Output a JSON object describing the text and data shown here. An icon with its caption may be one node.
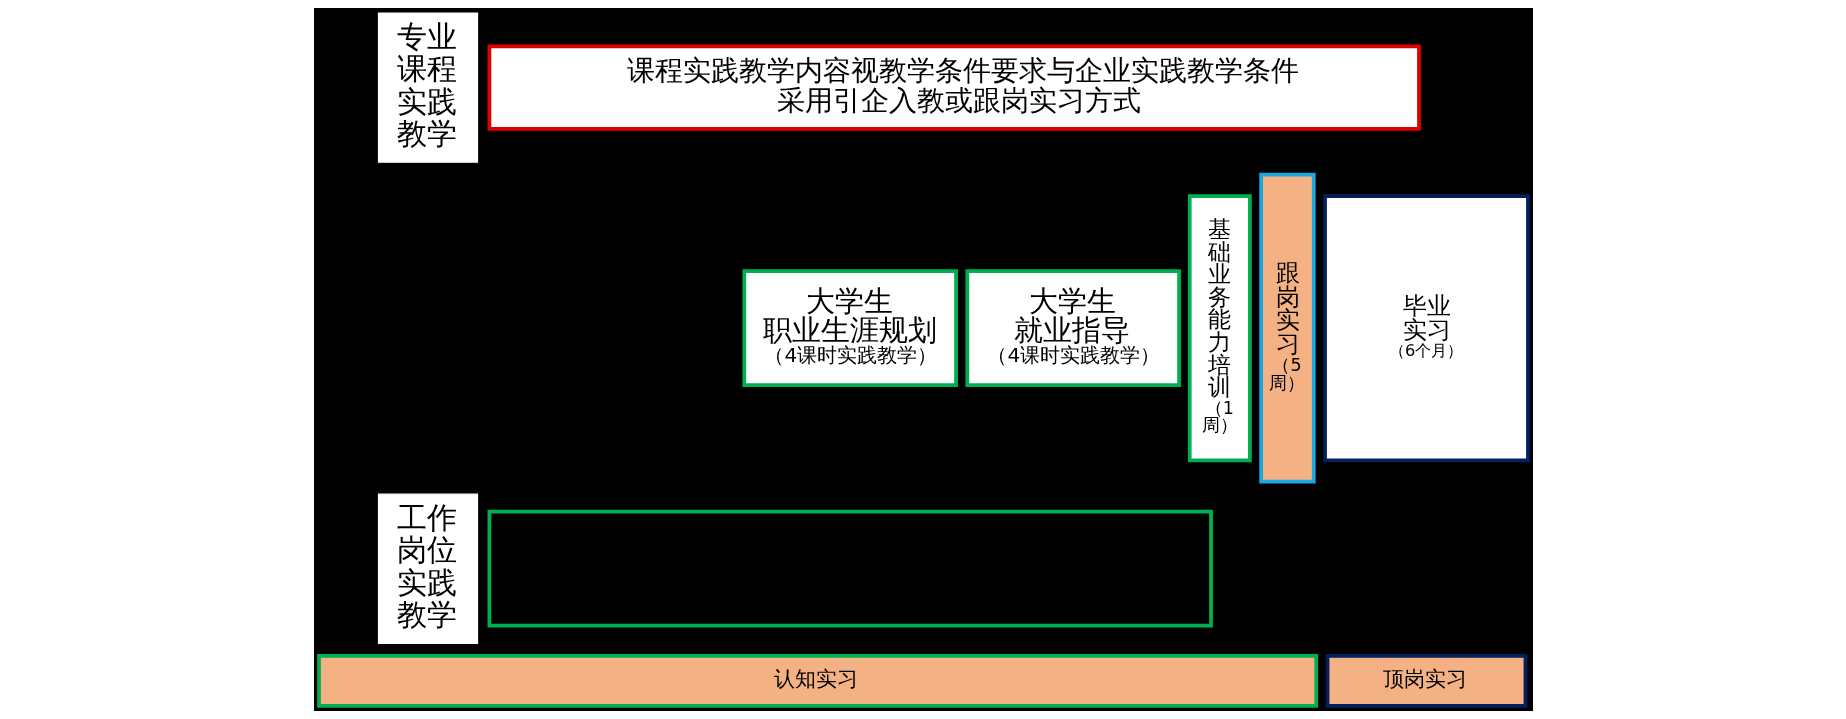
{
  "diagram": {
    "nodes": [
      {
        "text": [
          "专业课程实践教学"
        ]
      },
      {
        "text": [
          "课程实践教学内容视教学条件要求与企业实践教学条件采用引企入教或跟岗实习方式"
        ]
      },
      {
        "text": [
          "工作岗位实践教学"
        ]
      },
      {
        "text": [
          "大学生职业生涯规划",
          "（4课时实践教学）"
        ]
      },
      {
        "text": [
          "大学生就业指导",
          "（4课时实践教学）"
        ]
      },
      {
        "text": [
          "基础业务能力培训",
          "（1周）"
        ]
      },
      {
        "text": [
          "跟岗实习",
          "（5周）"
        ]
      },
      {
        "text": [
          "毕业实习",
          "（6个月）"
        ]
      },
      {
        "text": [],
        "shape": "box"
      },
      {
        "text": [
          "认知实习"
        ]
      },
      {
        "text": [
          "顶岗实习"
        ]
      }
    ]
  }
}
